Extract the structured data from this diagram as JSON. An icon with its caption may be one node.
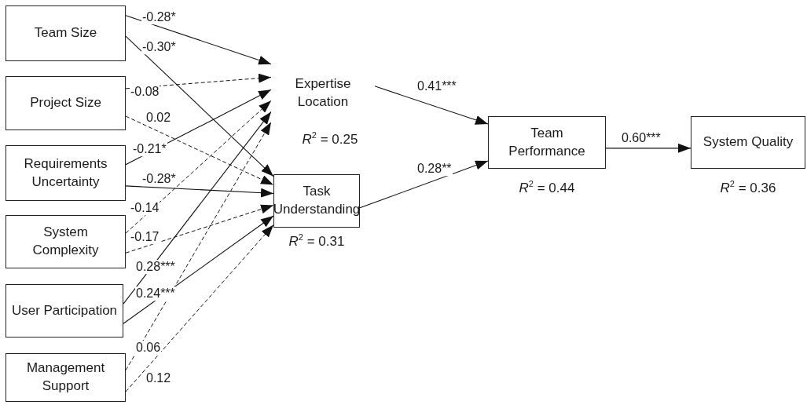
{
  "diagram": {
    "nodes": [
      {
        "text": [
          "Team Size"
        ]
      },
      {
        "text": [
          "Project Size"
        ]
      },
      {
        "text": [
          "Requirements Uncertainty"
        ]
      },
      {
        "text": [
          "System Complexity"
        ]
      },
      {
        "text": [
          "User Participation"
        ]
      },
      {
        "text": [
          "Management Support"
        ]
      },
      {
        "text": [
          "Expertise Location"
        ],
        "beside": [
          "*R*$^{2}$ = 0.25"
        ]
      },
      {
        "text": [
          "Task Understanding"
        ],
        "beside": [
          "*R*$^{2}$ = 0.31"
        ]
      },
      {
        "text": [
          "Team Performance"
        ],
        "beside": [
          "*R*$^{2}$ = 0.44"
        ]
      },
      {
        "text": [
          "System Quality"
        ],
        "beside": [
          "*R*$^{2}$ = 0.36"
        ]
      }
    ],
    "edges": [
      {
        "from": 0,
        "to": 6,
        "arrow": "to",
        "label": "-0.28*"
      },
      {
        "from": 0,
        "to": 7,
        "arrow": "to",
        "label": "-0.30*"
      },
      {
        "from": 1,
        "to": 6,
        "arrow": "to",
        "label": "-0.08",
        "style": "dashed"
      },
      {
        "from": 1,
        "to": 7,
        "arrow": "to",
        "label": "0.02",
        "style": "dashed"
      },
      {
        "from": 2,
        "to": 6,
        "arrow": "to",
        "label": "-0.21*"
      },
      {
        "from": 2,
        "to": 7,
        "arrow": "to",
        "label": "-0.28*"
      },
      {
        "from": 3,
        "to": 6,
        "arrow": "to",
        "label": "-0.14",
        "style": "dashed"
      },
      {
        "from": 3,
        "to": 7,
        "arrow": "to",
        "label": "-0.17",
        "style": "dashed"
      },
      {
        "from": 4,
        "to": 6,
        "arrow": "to",
        "label": "0.28***"
      },
      {
        "from": 4,
        "to": 7,
        "arrow": "to",
        "label": "0.24***"
      },
      {
        "from": 5,
        "to": 6,
        "arrow": "to",
        "label": "0.06",
        "style": "dashed"
      },
      {
        "from": 5,
        "to": 7,
        "arrow": "to",
        "label": "0.12",
        "style": "dashed"
      },
      {
        "from": 6,
        "to": 8,
        "arrow": "to",
        "label": "0.41***"
      },
      {
        "from": 7,
        "to": 8,
        "arrow": "to",
        "label": "0.28**"
      },
      {
        "from": 8,
        "to": 9,
        "arrow": "to",
        "label": "0.60***"
      }
    ]
  }
}
